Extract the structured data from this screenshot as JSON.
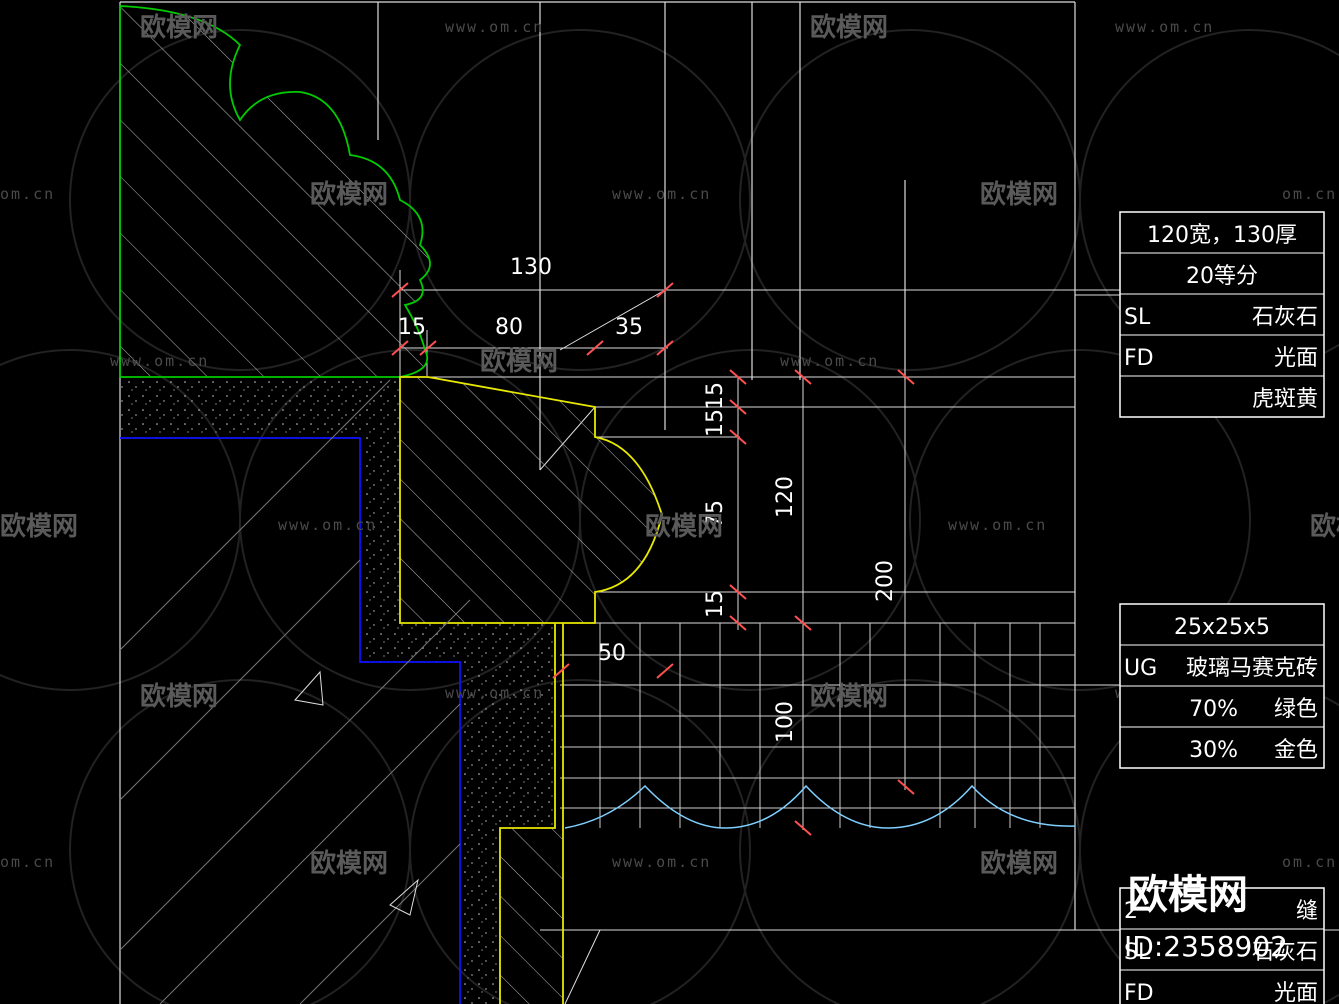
{
  "colors": {
    "background": "#000000",
    "line": "#ffffff",
    "profile_green": "#00cc00",
    "profile_yellow": "#e8e800",
    "outline_blue": "#1010ff",
    "wave_cyan": "#7fd0ff",
    "tick_red": "#ff5050",
    "watermark": "#555555"
  },
  "dimensions": {
    "d130": "130",
    "d15a": "15",
    "d80": "80",
    "d35": "35",
    "d15b": "15",
    "d15c": "15",
    "d75": "75",
    "d120": "120",
    "d15d": "15",
    "d200": "200",
    "d50": "50",
    "d100": "100"
  },
  "table1": {
    "rows": [
      {
        "left": "",
        "right": "120宽，130厚"
      },
      {
        "left": "",
        "right": "20等分"
      },
      {
        "left": "SL",
        "right": "石灰石"
      },
      {
        "left": "FD",
        "right": "光面"
      },
      {
        "left": "",
        "right": "虎斑黄"
      }
    ]
  },
  "table2": {
    "rows": [
      {
        "left": "",
        "right": "25x25x5"
      },
      {
        "left": "UG",
        "right": "玻璃马赛克砖"
      },
      {
        "left": "70%",
        "right": "绿色"
      },
      {
        "left": "30%",
        "right": "金色"
      }
    ]
  },
  "table3": {
    "rows": [
      {
        "left": "2",
        "right": "缝"
      },
      {
        "left": "SL",
        "right": "石灰石"
      },
      {
        "left": "FD",
        "right": "光面"
      }
    ]
  },
  "watermark": {
    "brand": "欧模网",
    "url": "www.om.cn",
    "url_short": "om.cn",
    "id": "ID:2358902"
  }
}
